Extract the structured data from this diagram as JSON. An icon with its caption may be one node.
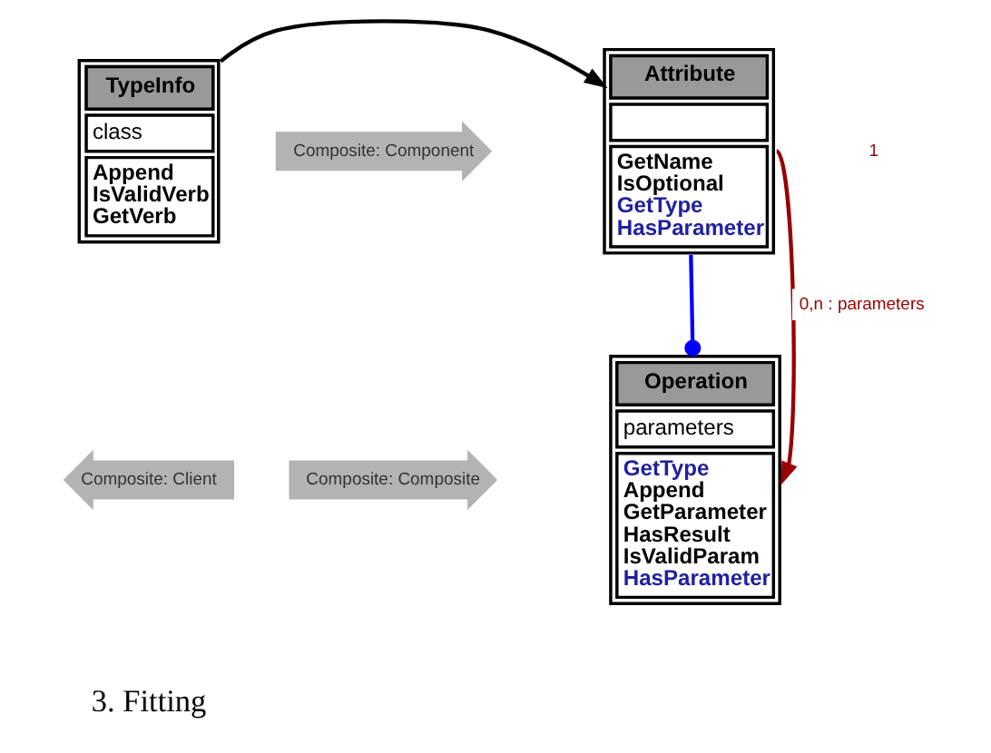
{
  "diagram": {
    "nodes": [
      {
        "text": [
          "TypeInfo",
          "class",
          "Append",
          "IsValidVerb",
          "GetVerb"
        ]
      },
      {
        "text": [
          "Composite: Component"
        ]
      },
      {
        "text": [
          "Attribute",
          "GetName",
          "IsOptional",
          "GetType",
          "HasParameter"
        ]
      },
      {
        "text": [
          "Composite: Client"
        ]
      },
      {
        "text": [
          "Composite: Composite"
        ]
      },
      {
        "text": [
          "Operation",
          "parameters",
          "GetType",
          "Append",
          "GetParameter",
          "HasResult",
          "IsValidParam",
          "HasParameter"
        ]
      }
    ],
    "edges": [
      {
        "from": 0,
        "to": 2,
        "arrow": "to"
      },
      {
        "from": 2,
        "to": 5,
        "arrow": "other",
        "color": "#0000ff"
      },
      {
        "from": 2,
        "to": 5,
        "arrow": "to",
        "label": "0,n : parameters",
        "color": "#990000"
      }
    ],
    "labels": [
      "1",
      "3. Fitting"
    ]
  }
}
